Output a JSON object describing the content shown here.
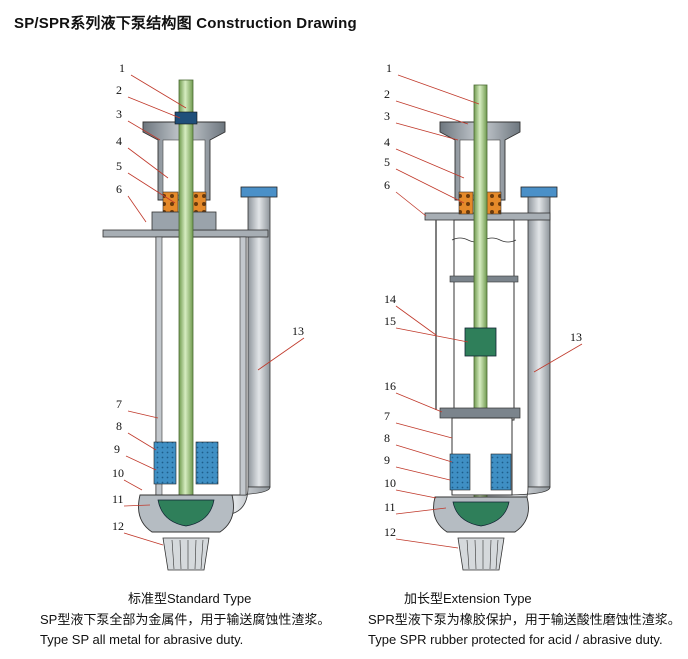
{
  "title": "SP/SPR系列液下泵结构图  Construction Drawing",
  "standard": {
    "type_label": "标准型Standard Type",
    "desc_zh": "SP型液下泵全部为金属件，用于输送腐蚀性渣浆。",
    "desc_en": "Type SP all metal for abrasive duty.",
    "part_numbers": [
      "1",
      "2",
      "3",
      "4",
      "5",
      "6",
      "7",
      "8",
      "9",
      "10",
      "11",
      "12",
      "13"
    ]
  },
  "extension": {
    "type_label": "加长型Extension Type",
    "desc_zh": "SPR型液下泵为橡胶保护，用于输送酸性磨蚀性渣浆。",
    "desc_en": "Type SPR rubber protected for acid / abrasive duty.",
    "part_numbers": [
      "1",
      "2",
      "3",
      "4",
      "5",
      "6",
      "14",
      "15",
      "16",
      "7",
      "8",
      "9",
      "10",
      "11",
      "12",
      "13"
    ]
  },
  "colors": {
    "shaft": "#b9d89a",
    "shaft_dark": "#6f9a4e",
    "casing": "#9aa3ab",
    "casing_dark": "#5c656d",
    "impeller": "#2f7f5a",
    "bearing_orange": "#e58a2a",
    "liner_blue": "#3f8fc4",
    "flange_blue": "#4a90c8",
    "pipe": "#b9bec3",
    "leader": "#c0392b"
  },
  "icons": [
    "pump-standard-drawing-icon",
    "pump-extension-drawing-icon"
  ]
}
